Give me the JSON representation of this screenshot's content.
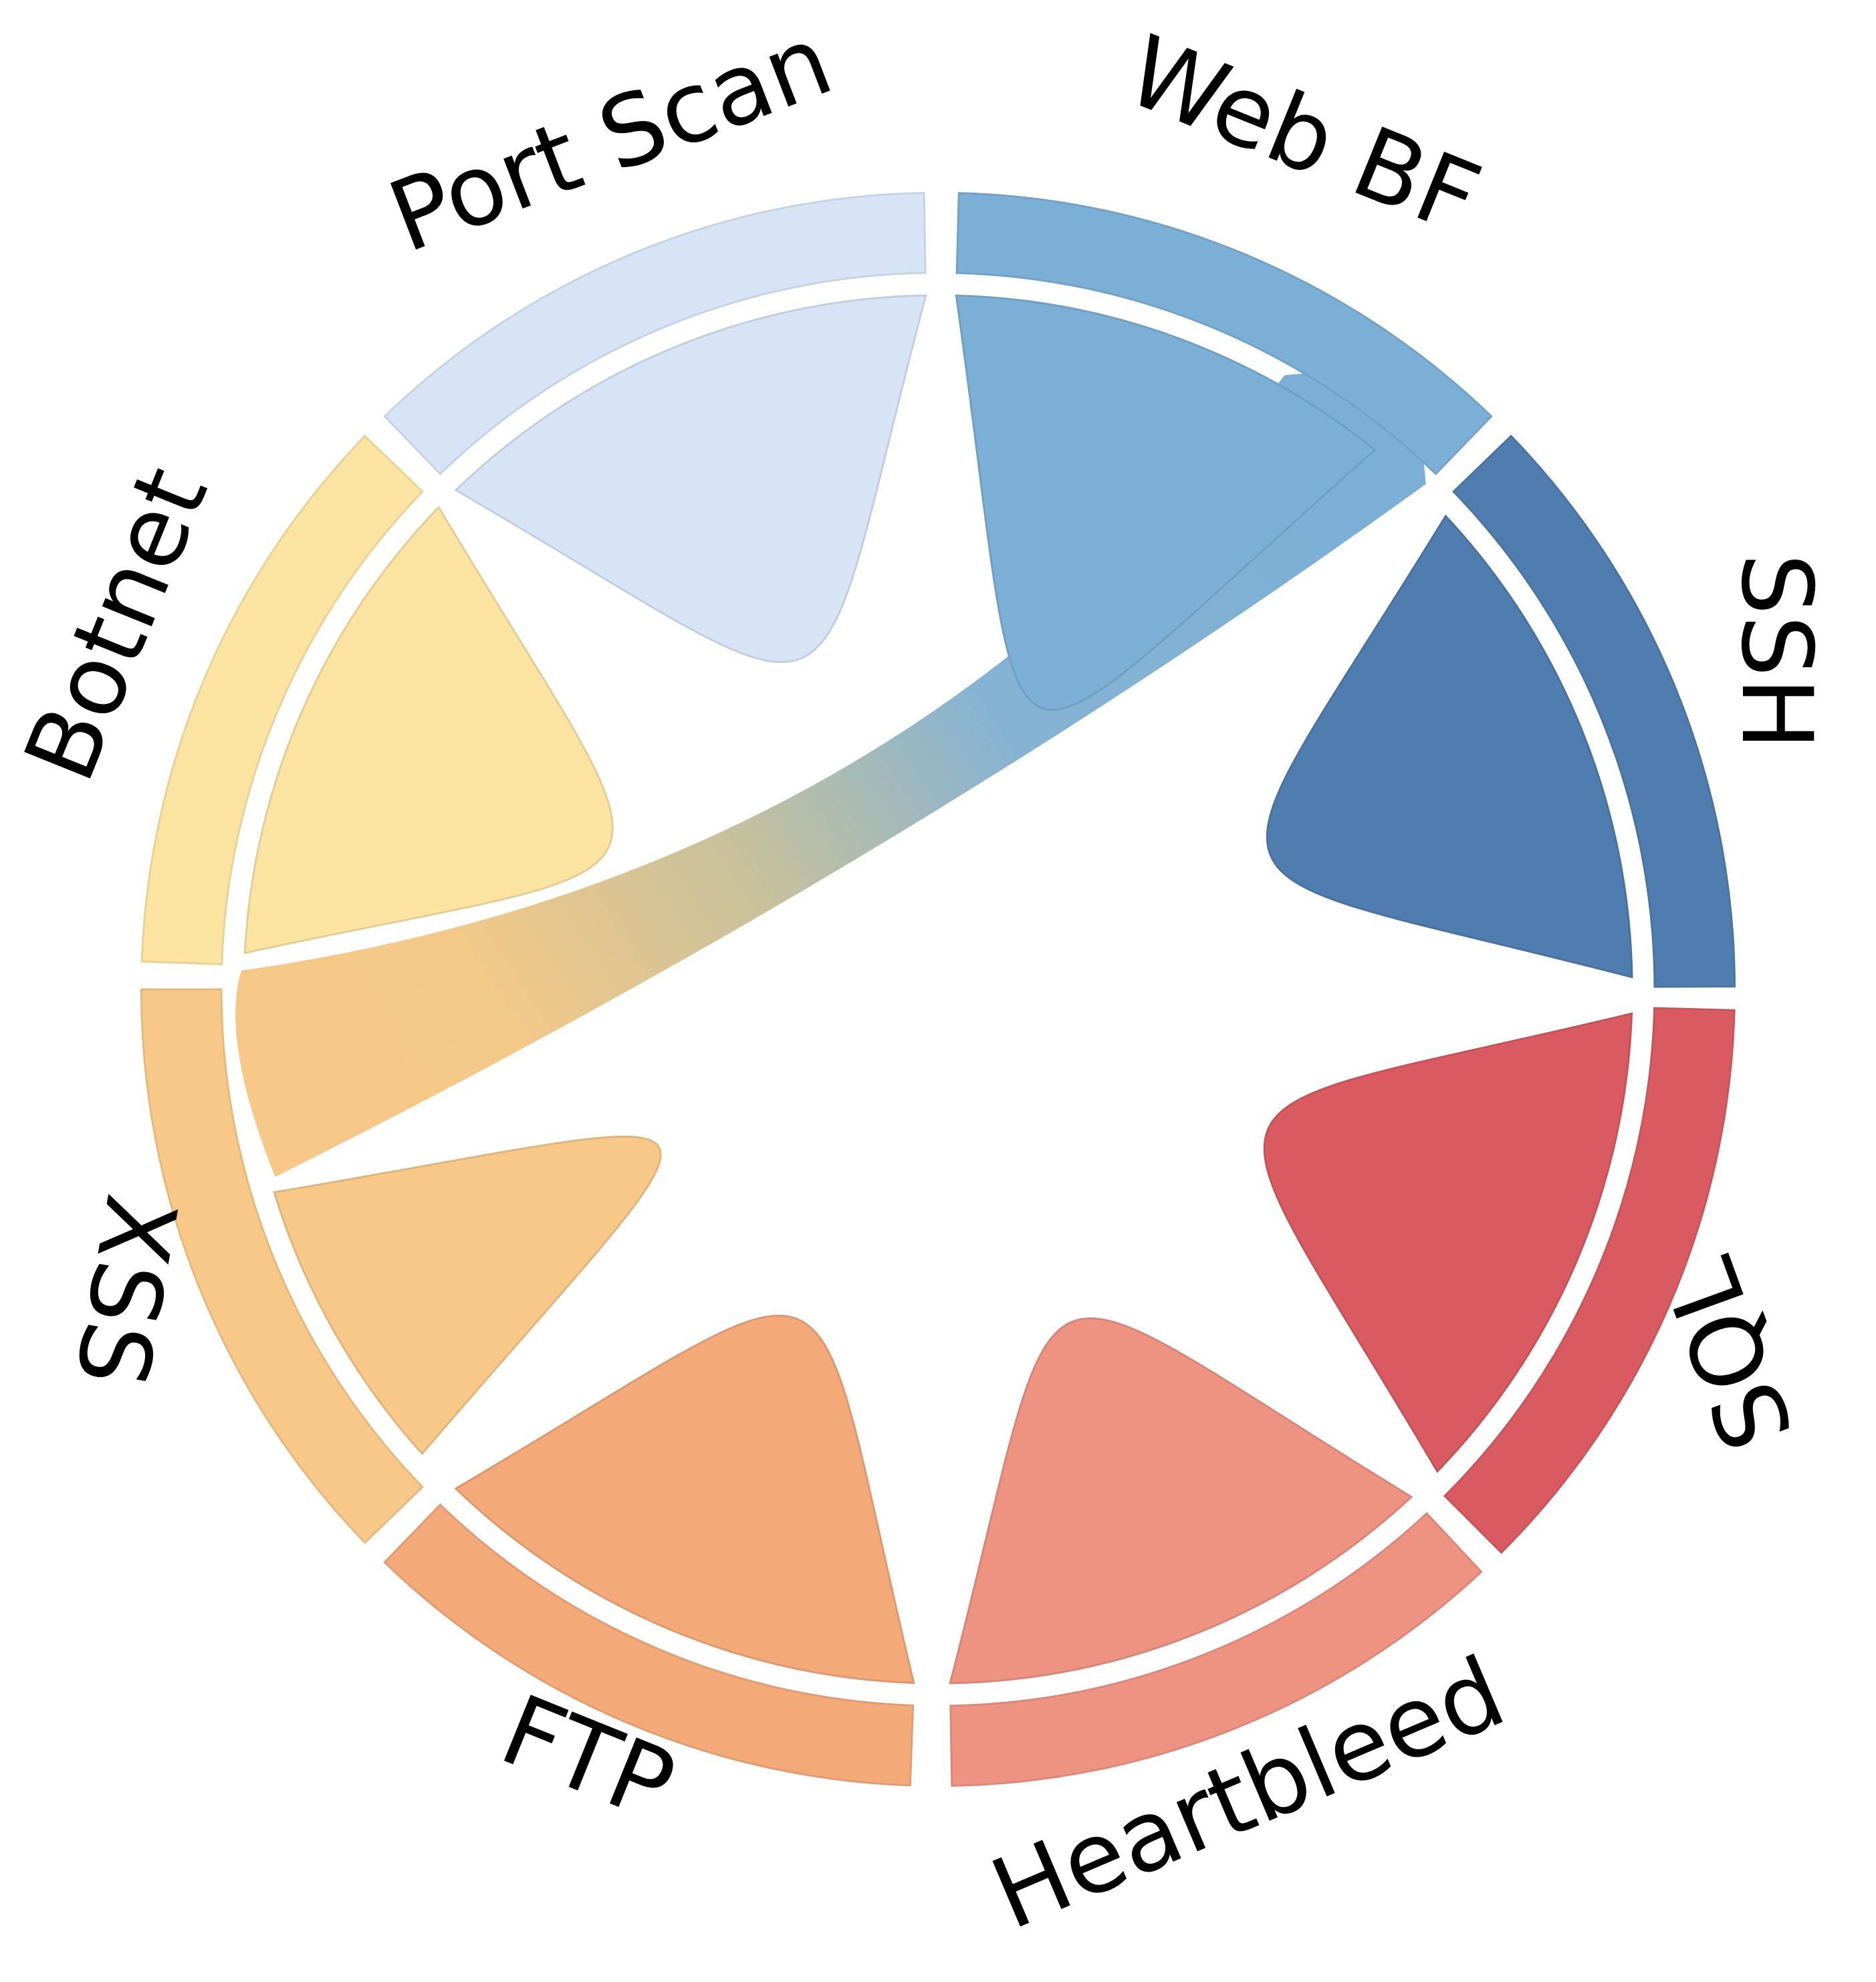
{
  "chord": {
    "nodes": [
      {
        "id": "webbf",
        "label": "Web BF",
        "color": "#7bafd6"
      },
      {
        "id": "ssh",
        "label": "SSH",
        "color": "#4f7daf"
      },
      {
        "id": "sql",
        "label": "SQL",
        "color": "#d95b61"
      },
      {
        "id": "heartbleed",
        "label": "Heartbleed",
        "color": "#ee9382"
      },
      {
        "id": "ftp",
        "label": "FTP",
        "color": "#f4a979"
      },
      {
        "id": "xss",
        "label": "XSS",
        "color": "#f7c887"
      },
      {
        "id": "botnet",
        "label": "Botnet",
        "color": "#fbe3a2"
      },
      {
        "id": "portscan",
        "label": "Port Scan",
        "color": "#d6e4f5"
      }
    ],
    "links": [
      {
        "source": "webbf",
        "target": "webbf"
      },
      {
        "source": "webbf",
        "target": "xss"
      },
      {
        "source": "ssh",
        "target": "ssh"
      },
      {
        "source": "sql",
        "target": "sql"
      },
      {
        "source": "heartbleed",
        "target": "heartbleed"
      },
      {
        "source": "ftp",
        "target": "ftp"
      },
      {
        "source": "xss",
        "target": "xss"
      },
      {
        "source": "botnet",
        "target": "botnet"
      },
      {
        "source": "portscan",
        "target": "portscan"
      }
    ]
  }
}
